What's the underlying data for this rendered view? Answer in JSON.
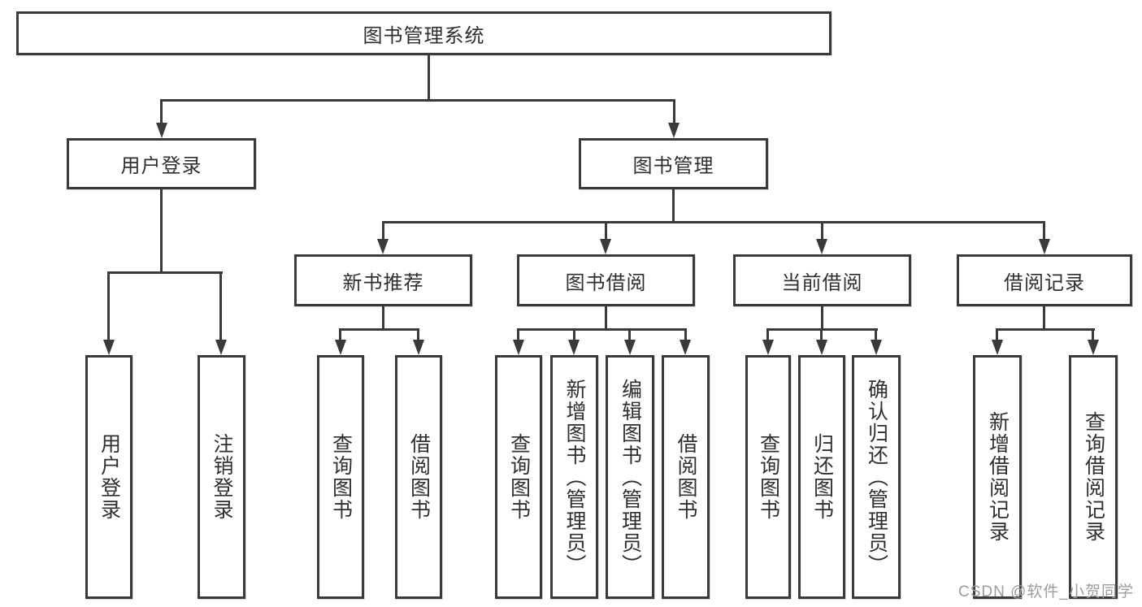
{
  "colors": {
    "line": "#3a3a3a",
    "box_border": "#3a3a3a",
    "box_background": "#ffffff",
    "text": "#2f2f2f",
    "watermark_text": "#9c9c9c"
  },
  "watermark": {
    "text": "CSDN @软件_小贺同学"
  },
  "tree": {
    "root": {
      "label": "图书管理系统",
      "children": [
        {
          "label": "用户登录",
          "children": [
            {
              "label": "用户登录"
            },
            {
              "label": "注销登录"
            }
          ]
        },
        {
          "label": "图书管理",
          "children": [
            {
              "label": "新书推荐",
              "children": [
                {
                  "label": "查询图书"
                },
                {
                  "label": "借阅图书"
                }
              ]
            },
            {
              "label": "图书借阅",
              "children": [
                {
                  "label": "查询图书"
                },
                {
                  "label": "新增图书（管理员）"
                },
                {
                  "label": "编辑图书（管理员）"
                },
                {
                  "label": "借阅图书"
                }
              ]
            },
            {
              "label": "当前借阅",
              "children": [
                {
                  "label": "查询图书"
                },
                {
                  "label": "归还图书"
                },
                {
                  "label": "确认归还（管理员）"
                }
              ]
            },
            {
              "label": "借阅记录",
              "children": [
                {
                  "label": "新增借阅记录"
                },
                {
                  "label": "查询借阅记录"
                }
              ]
            }
          ]
        }
      ]
    }
  }
}
